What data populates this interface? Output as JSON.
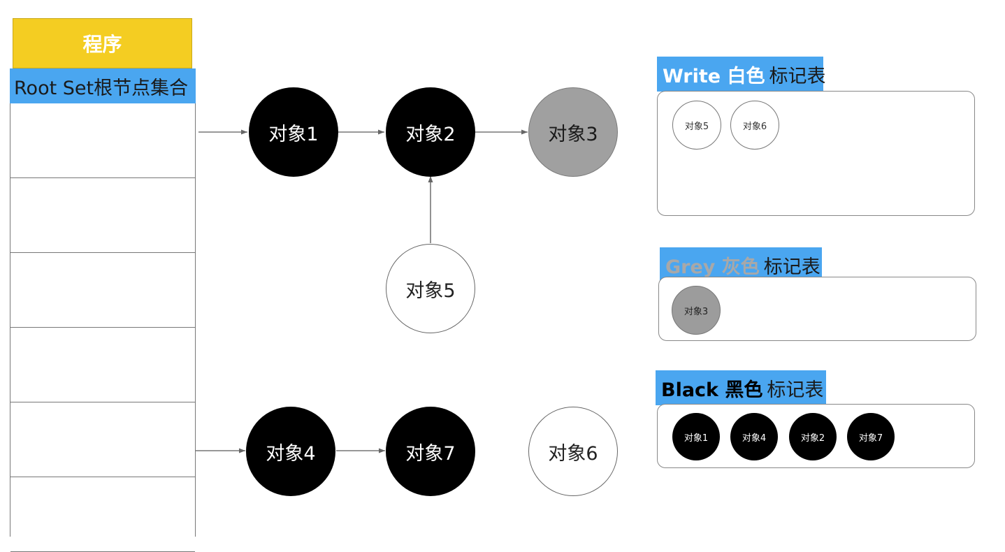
{
  "root_set": {
    "program_label": "程序",
    "title": "Root Set根节点集合"
  },
  "objects": {
    "obj1": "对象1",
    "obj2": "对象2",
    "obj3": "对象3",
    "obj4": "对象4",
    "obj5": "对象5",
    "obj6": "对象6",
    "obj7": "对象7"
  },
  "tables": {
    "white": {
      "title_strong": "Write 白色",
      "title_rest": "标记表",
      "title_color": "#ffffff",
      "items": [
        "对象5",
        "对象6"
      ]
    },
    "grey": {
      "title_strong": "Grey 灰色",
      "title_rest": "标记表",
      "title_color": "#a8a8a8",
      "items": [
        "对象3"
      ]
    },
    "black": {
      "title_strong": "Black 黑色",
      "title_rest": "标记表",
      "title_color": "#000000",
      "items": [
        "对象1",
        "对象4",
        "对象2",
        "对象7"
      ]
    }
  },
  "colors": {
    "program_bg": "#f4cd22",
    "label_bg": "#4aa6f0",
    "black_node": "#000000",
    "grey_node": "#a0a0a0",
    "white_node": "#ffffff"
  }
}
